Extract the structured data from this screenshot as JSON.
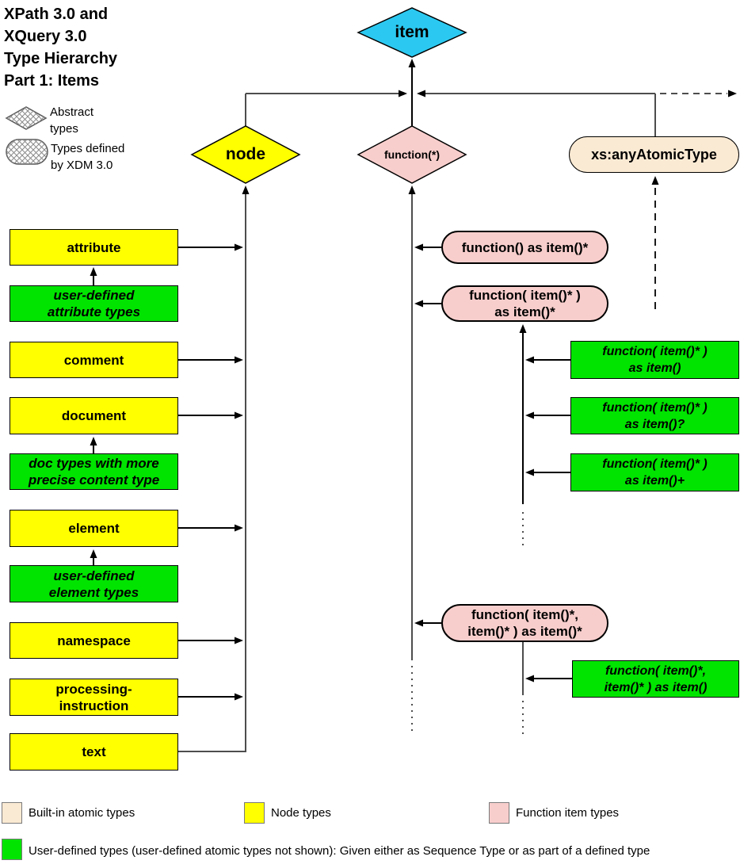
{
  "title": "XPath 3.0 and\nXQuery 3.0\nType Hierarchy\nPart 1: Items",
  "legend_top": {
    "abstract_label": "Abstract\ntypes",
    "xdm_label": "Types defined\nby XDM 3.0"
  },
  "diagram": {
    "item": "item",
    "node": "node",
    "function_star": "function(*)",
    "any_atomic": "xs:anyAtomicType",
    "attribute": "attribute",
    "ud_attribute": "user-defined\nattribute types",
    "comment": "comment",
    "document": "document",
    "doc_types": "doc types with more\nprecise content type",
    "element": "element",
    "ud_element": "user-defined\nelement types",
    "namespace": "namespace",
    "processing_instruction": "processing-\ninstruction",
    "text": "text",
    "fn0": "function() as item()*",
    "fn1": "function( item()* )\nas item()*",
    "fn2": "function( item()*,\nitem()* ) as item()*",
    "fn1_ud1": "function( item()* )\nas item()",
    "fn1_ud2": "function( item()* )\nas item()?",
    "fn1_ud3": "function( item()* )\nas item()+",
    "fn2_ud1": "function( item()*,\nitem()* ) as item()"
  },
  "legend_bottom": {
    "builtin": "Built-in atomic types",
    "node_types": "Node types",
    "function_types": "Function item types",
    "user_defined": "User-defined types (user-defined atomic types not shown):  Given either as Sequence Type or as part of a defined type"
  },
  "colors": {
    "item_cyan": "#2bc9f1",
    "node_yellow": "#ffff00",
    "user_defined_green": "#00e400",
    "function_pink": "#f8cecc",
    "atomic_peach": "#fbead3",
    "trunk_line": "#4d4d4d",
    "arrow_line": "#000000"
  }
}
